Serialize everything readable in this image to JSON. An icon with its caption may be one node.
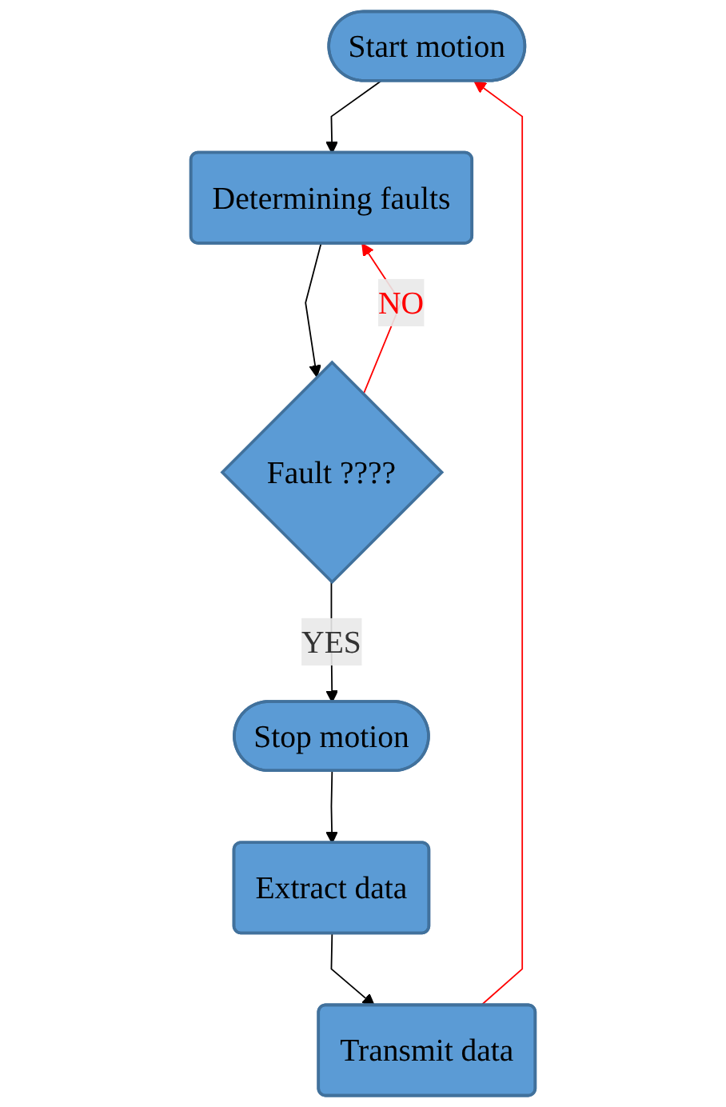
{
  "diagram": {
    "nodes": [
      {
        "text": [
          "Start motion"
        ]
      },
      {
        "text": [
          "Determining faults"
        ]
      },
      {
        "text": [
          "Fault ????"
        ]
      },
      {
        "text": [
          "Stop motion"
        ]
      },
      {
        "text": [
          "Extract data"
        ]
      },
      {
        "text": [
          "Transmit data"
        ]
      }
    ],
    "edges": [
      {
        "from": 0,
        "to": 1,
        "arrow": "to"
      },
      {
        "from": 1,
        "to": 2,
        "arrow": "to"
      },
      {
        "from": 2,
        "to": 1,
        "arrow": "to",
        "label": "NO",
        "color": "#ff0000"
      },
      {
        "from": 2,
        "to": 3,
        "arrow": "to",
        "label": "YES"
      },
      {
        "from": 3,
        "to": 4,
        "arrow": "to"
      },
      {
        "from": 4,
        "to": 5,
        "arrow": "to"
      },
      {
        "from": 5,
        "to": 0,
        "arrow": "to",
        "color": "#ff0000"
      }
    ]
  }
}
